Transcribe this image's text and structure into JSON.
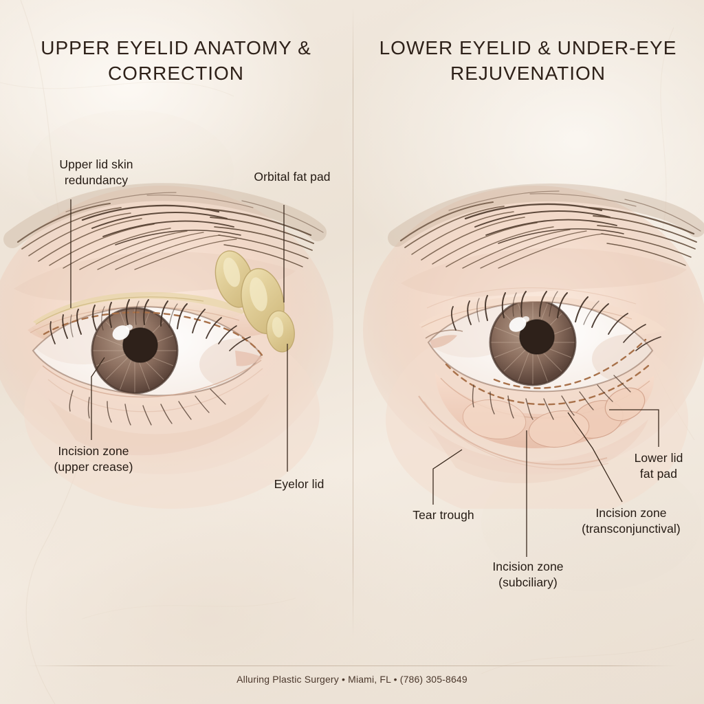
{
  "panels": {
    "left": {
      "title": "UPPER EYELID ANATOMY\n& CORRECTION",
      "labels": {
        "upper_redundancy": "Upper lid skin\nredundancy",
        "orbital_fat_pad": "Orbital fat pad",
        "incision_upper_crease": "Incision zone\n(upper crease)",
        "eyelor_lid": "Eyelor lid"
      }
    },
    "right": {
      "title": "LOWER EYELID &\nUNDER-EYE REJUVENATION",
      "labels": {
        "lower_lid_fat_pad": "Lower lid\nfat pad",
        "incision_transconjunctival": "Incision zone\n(transconjunctival)",
        "tear_trough": "Tear trough",
        "incision_subciliary": "Incision zone\n(subciliary)"
      }
    }
  },
  "footer": {
    "text": "Alluring Plastic Surgery • Miami, FL • (786) 305-8649"
  },
  "colors": {
    "background_light": "#f4ece2",
    "background_dark": "#e9dfd2",
    "title_text": "#2e2119",
    "label_text": "#241a13",
    "footer_text": "#4a372b",
    "divider": "#b7a08a",
    "leader_line": "#3a2a1e",
    "fat_pad": "#e0cf9a",
    "fat_pad_highlight": "#f2e7c2",
    "fat_pad_outline": "#c0a970",
    "skin_light": "#f6e3d7",
    "skin_mid": "#eccdbc",
    "skin_shadow": "#d9ad98",
    "brow_hair": "#6b5340",
    "lash": "#3d2c22",
    "iris": "#8c6f5f",
    "iris_dark": "#5d463a",
    "pupil": "#2e211a",
    "sclera": "#fbf6f2",
    "incision_dash": "#a8714a"
  }
}
